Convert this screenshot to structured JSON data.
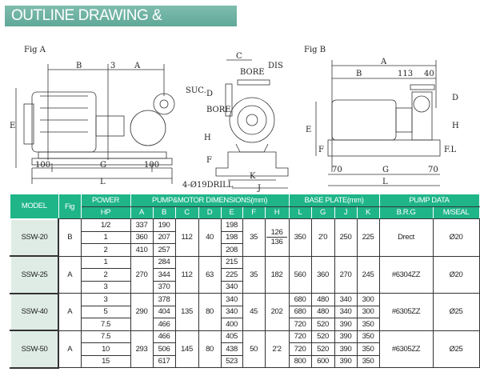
{
  "title": "OUTLINE DRAWING & DIMENSION",
  "drawing": {
    "fig_a": "Fig A",
    "fig_b": "Fig B",
    "a_labels": {
      "B": "B",
      "three": "3",
      "A": "A",
      "E": "E",
      "G": "G",
      "L": "L",
      "d100l": "100",
      "d100r": "100"
    },
    "side_labels": {
      "C": "C",
      "bore": "BORE",
      "dis": "DIS",
      "suc": "SUC.",
      "D": "D",
      "bore2": "BORE",
      "H": "H",
      "F": "F",
      "K": "K",
      "J": "J",
      "drill": "4-Ø19DRILL"
    },
    "b_labels": {
      "A": "A",
      "B": "B",
      "d113": "113",
      "d40": "40",
      "D": "D",
      "E": "E",
      "H": "H",
      "F": "F",
      "FL": "F.L",
      "d70l": "70",
      "G": "G",
      "d70r": "70",
      "L": "L"
    }
  },
  "table": {
    "headers": {
      "model": "MODEL",
      "fig": "Fig",
      "power": "POWER",
      "hp": "HP",
      "pump_motor": "PUMP&MOTOR DIMENSIONS(mm)",
      "base_plate": "BASE PLATE(mm)",
      "pump_data": "PUMP DATA",
      "cols": [
        "A",
        "B",
        "C",
        "D",
        "E",
        "F",
        "H",
        "L",
        "G",
        "J",
        "K"
      ],
      "brg": "B.R.G",
      "mseal": "M/SEAL"
    },
    "models": [
      {
        "model": "SSW-20",
        "fig": "B",
        "hp": [
          "1/2",
          "1",
          "2"
        ],
        "a": [
          "337",
          "360",
          "410"
        ],
        "b": [
          "190",
          "207",
          "257"
        ],
        "c": "112",
        "d": "40",
        "e": [
          "198",
          "198",
          "208"
        ],
        "f": "35",
        "h": [
          "126",
          "136"
        ],
        "l": "350",
        "g": "2'0",
        "j": "250",
        "k": "225",
        "brg": "Drect",
        "mseal": "Ø20"
      },
      {
        "model": "SSW-25",
        "fig": "A",
        "hp": [
          "1",
          "2",
          "3"
        ],
        "a": "270",
        "b": [
          "284",
          "344",
          "370"
        ],
        "c": "112",
        "d": "63",
        "e": [
          "215",
          "225",
          "340"
        ],
        "f": "35",
        "h": "182",
        "l": "560",
        "g": "360",
        "j": "270",
        "k": "245",
        "brg": "#6304ZZ",
        "mseal": "Ø20"
      },
      {
        "model": "SSW-40",
        "fig": "A",
        "hp": [
          "3",
          "5",
          "7.5"
        ],
        "a": "290",
        "b": [
          "378",
          "404",
          "466"
        ],
        "c": "135",
        "d": "80",
        "e": [
          "340",
          "340",
          "400"
        ],
        "f": "45",
        "h": "202",
        "l": [
          "680",
          "680",
          "720"
        ],
        "g": [
          "480",
          "480",
          "520"
        ],
        "j": [
          "340",
          "340",
          "390"
        ],
        "k": [
          "300",
          "300",
          "350"
        ],
        "brg": "#6305ZZ",
        "mseal": "Ø25"
      },
      {
        "model": "SSW-50",
        "fig": "A",
        "hp": [
          "7.5",
          "10",
          "15"
        ],
        "a": "293",
        "b": [
          "466",
          "506",
          "617"
        ],
        "c": "145",
        "d": "80",
        "e": [
          "405",
          "438",
          "523"
        ],
        "f": "50",
        "h": "2'2",
        "l": [
          "720",
          "720",
          "800"
        ],
        "g": [
          "520",
          "520",
          "600"
        ],
        "j": [
          "390",
          "390",
          "390"
        ],
        "k": [
          "350",
          "350",
          "350"
        ],
        "brg": "#6305ZZ",
        "mseal": "Ø25"
      }
    ]
  }
}
